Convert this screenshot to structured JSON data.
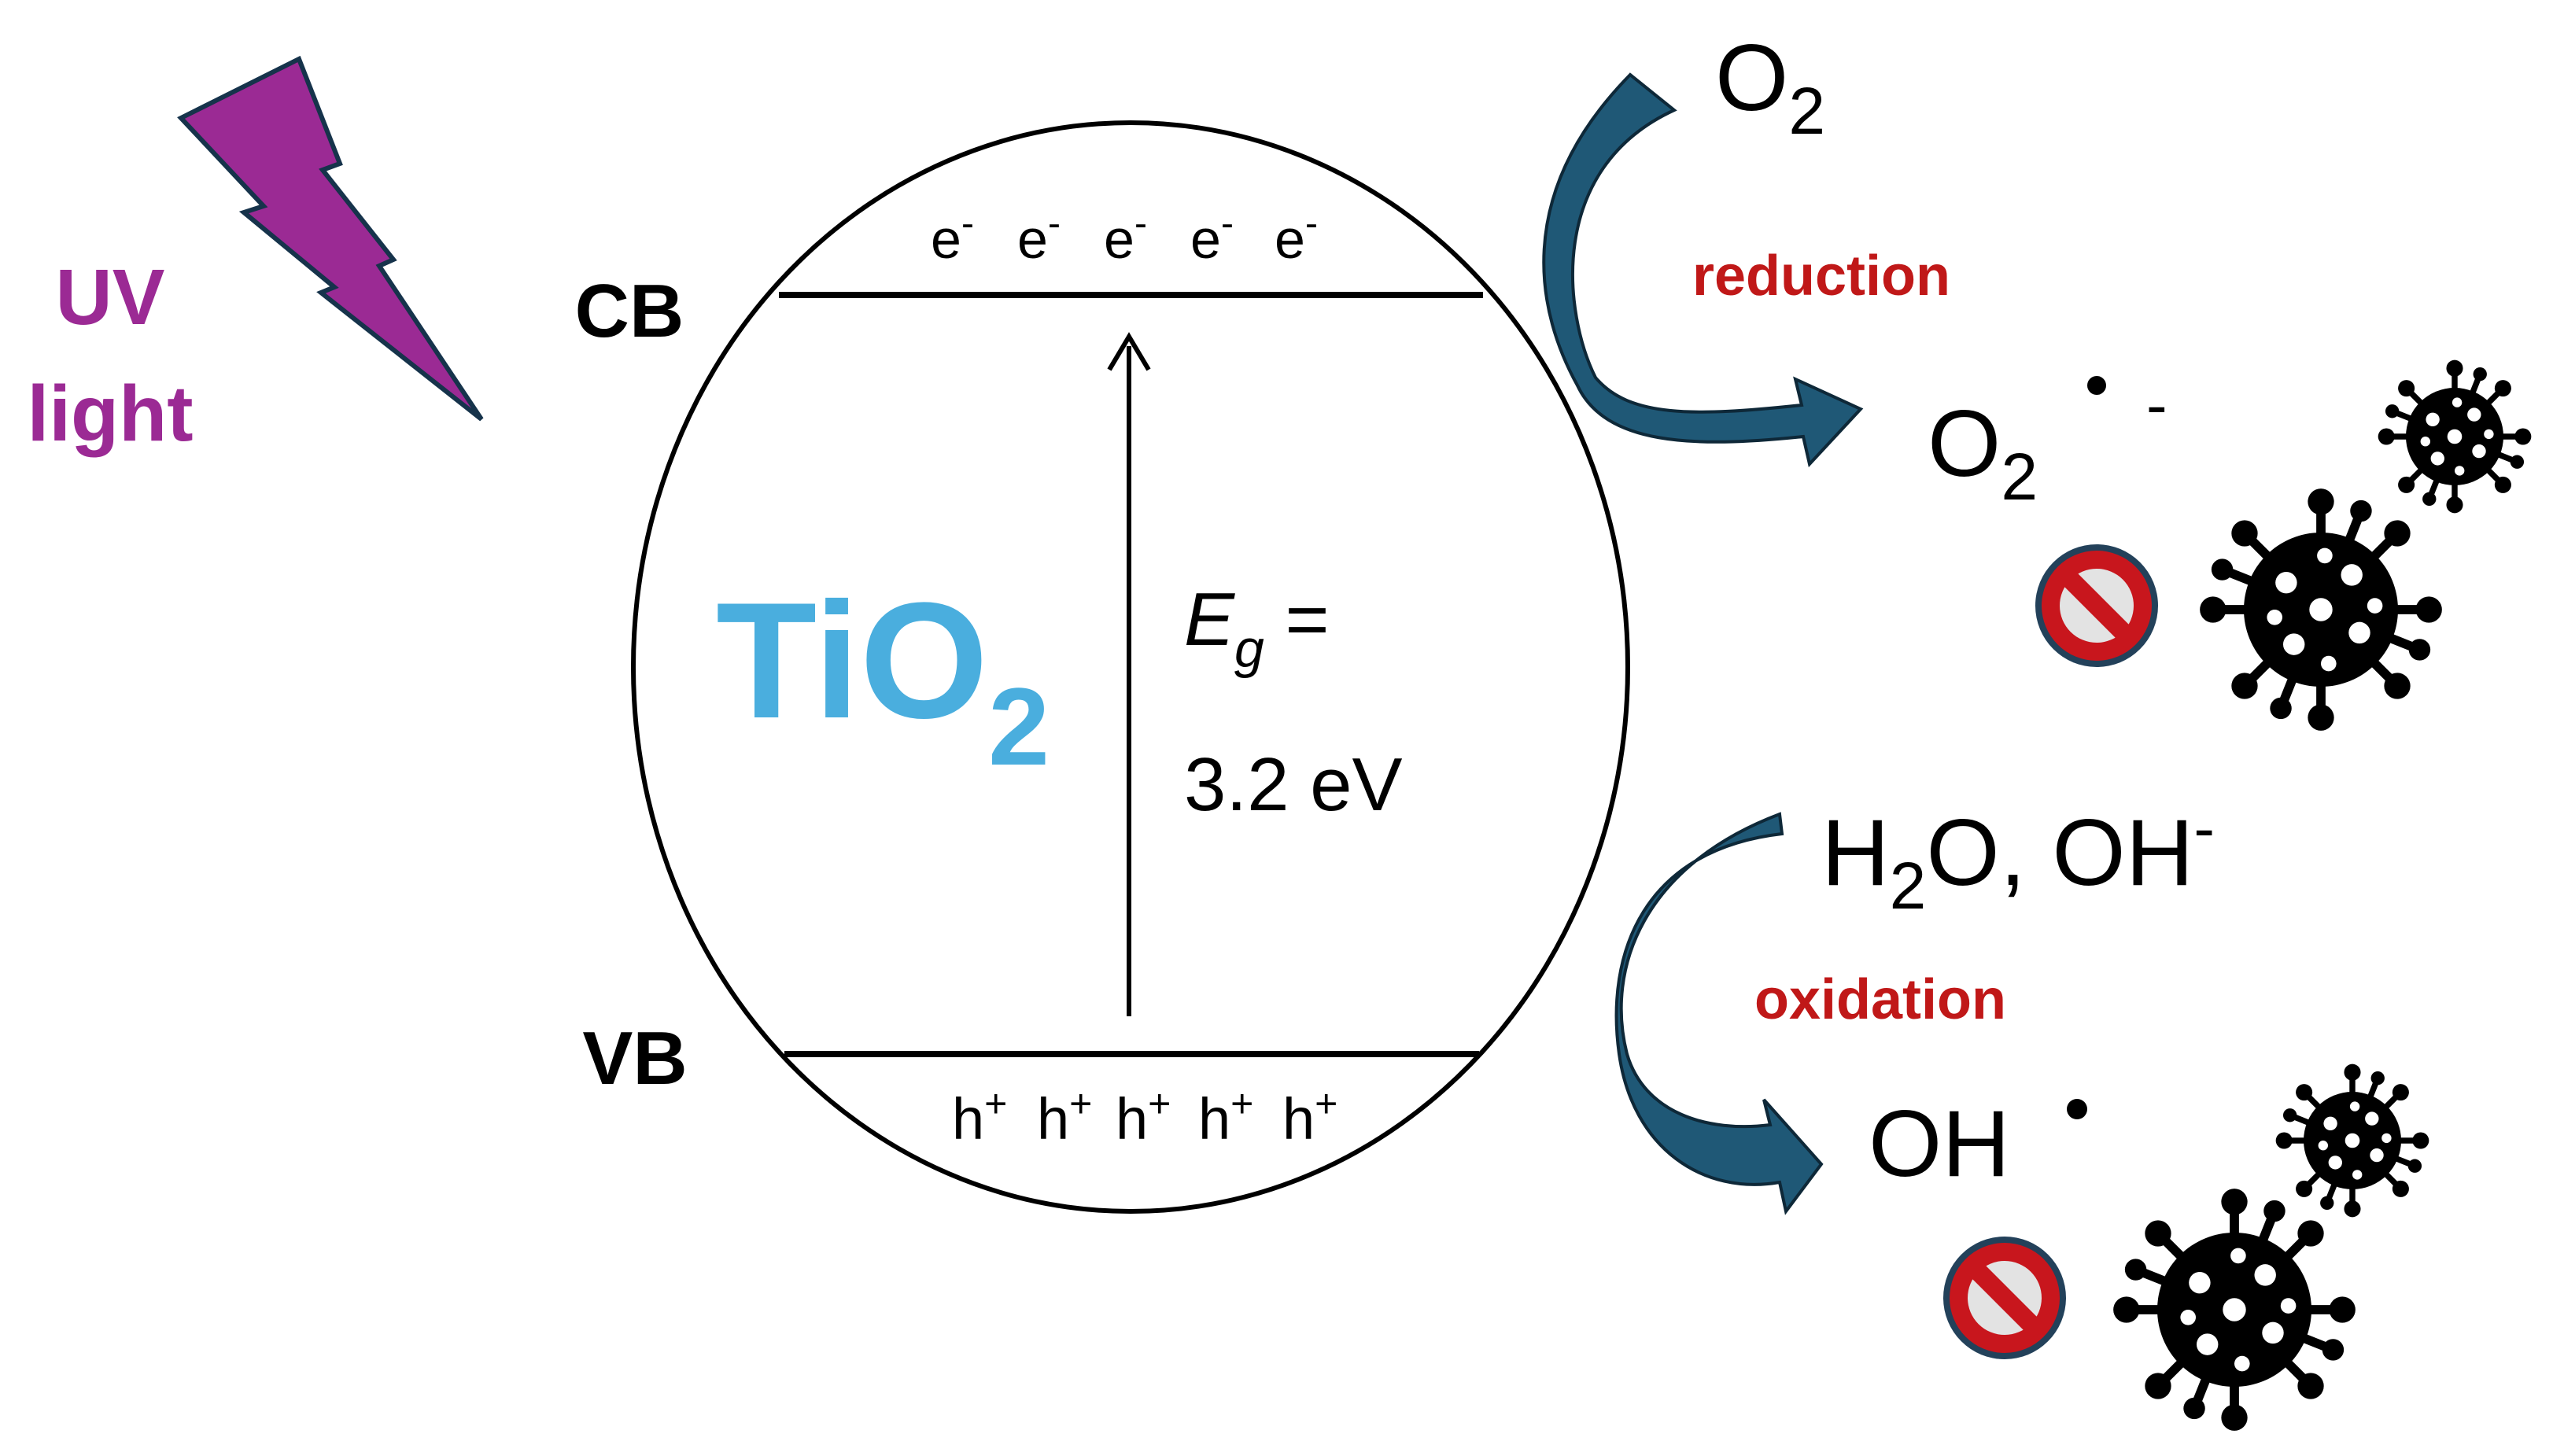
{
  "light": {
    "line1": "UV",
    "line2": "light"
  },
  "bands": {
    "cb": "CB",
    "vb": "VB"
  },
  "material": {
    "base": "TiO",
    "sub": "2"
  },
  "electrons": {
    "base": "e",
    "sup": "-",
    "count": 5
  },
  "holes": {
    "base": "h",
    "sup": "+",
    "count": 5
  },
  "gap": {
    "symbol": "E",
    "sub": "g",
    "eq": " =",
    "value": "3.2 eV"
  },
  "reduction": {
    "label": "reduction",
    "reactant_base": "O",
    "reactant_sub": "2",
    "product_base": "O",
    "product_sub": "2",
    "product_sup": "-"
  },
  "oxidation": {
    "label": "oxidation",
    "reactant_a_base": "H",
    "reactant_a_sub": "2",
    "reactant_a_rest": "O, OH",
    "reactant_a_sup": "-",
    "product": "OH"
  },
  "colors": {
    "uv": "#9b2a94",
    "material": "#4aaede",
    "reaction_label": "#c01818",
    "arrow": "#1f5876",
    "prohibit": "#c8161d"
  },
  "icons": [
    "lightning-bolt-icon",
    "virus-icon",
    "prohibited-icon"
  ]
}
